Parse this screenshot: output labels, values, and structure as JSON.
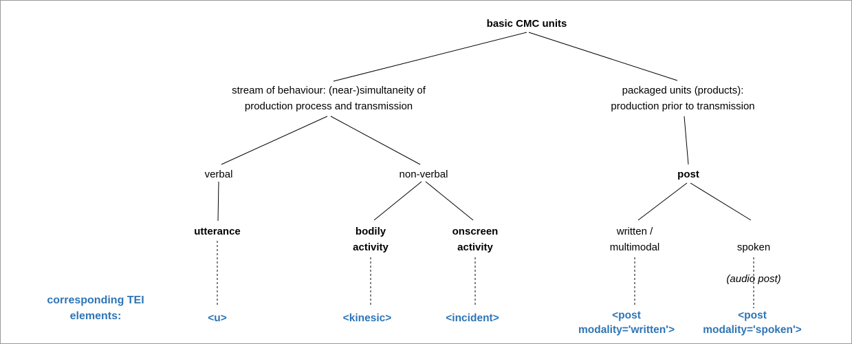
{
  "colors": {
    "accent_blue": "#2E75B6",
    "line_black": "#000000"
  },
  "nodes": {
    "root": "basic CMC units",
    "stream": "stream of behaviour: (near-)simultaneity of\nproduction process and transmission",
    "packaged": "packaged units (products):\nproduction prior to transmission",
    "verbal": "verbal",
    "nonverbal": "non-verbal",
    "post": "post",
    "utterance": "utterance",
    "bodily": "bodily\nactivity",
    "onscreen": "onscreen\nactivity",
    "written": "written /\nmultimodal",
    "spoken_line1": "spoken",
    "spoken_line2": "(audio post)"
  },
  "tei": {
    "caption": "corresponding TEI\nelements:",
    "u": "<u>",
    "kinesic": "<kinesic>",
    "incident": "<incident>",
    "post_written": "<post\nmodality='written'>",
    "post_spoken": "<post\nmodality='spoken'>"
  }
}
